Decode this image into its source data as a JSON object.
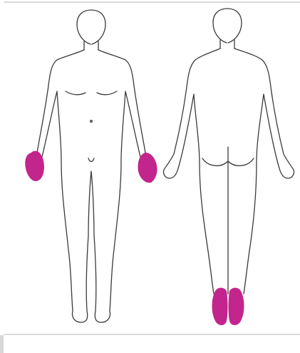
{
  "caption": "",
  "highlight_color": "#c2268c",
  "outline_color": "#3a3a3a",
  "figures": [
    {
      "view": "front",
      "highlighted_regions": [
        "left-hand",
        "right-hand"
      ]
    },
    {
      "view": "back",
      "highlighted_regions": [
        "left-foot",
        "right-foot"
      ]
    }
  ]
}
